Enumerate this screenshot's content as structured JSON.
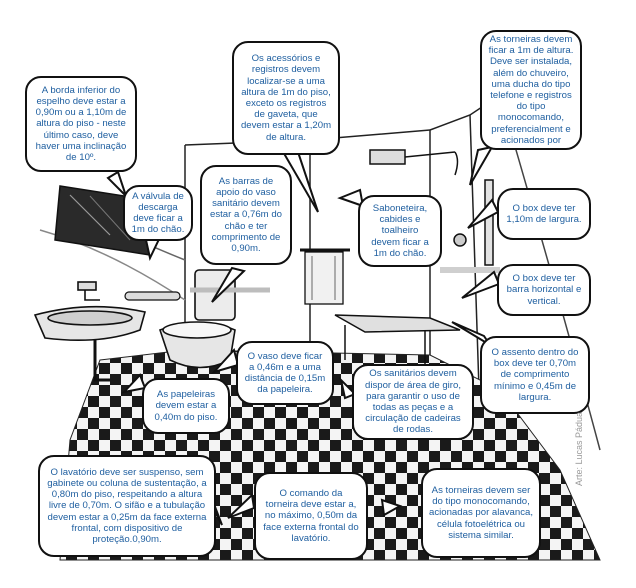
{
  "notes": {
    "mirror_edge": "A borda inferior do espelho deve estar a 0,90m ou a 1,10m de altura do piso - neste último caso, deve haver uma inclinação de 10º.",
    "accessories_height": "Os acessórios e registros devem localizar-se a uma altura de 1m do piso, exceto os registros de gaveta, que devem estar a 1,20m de altura.",
    "faucets_shower": "As torneiras devem ficar a 1m de altura. Deve ser instalada, além do chuveiro, uma ducha do tipo telefone e registros do tipo monocomando, preferencialment e acionados por",
    "flush_valve": "A válvula de descarga deve ficar a 1m do chão.",
    "support_bars": "As barras de apoio do vaso sanitário devem estar a 0,76m do chão e ter comprimento de 0,90m.",
    "soap_holders": "Saboneteira, cabides e toalheiro devem ficar a 1m do chão.",
    "box_width": "O box deve ter 1,10m de largura.",
    "box_bars": "O box deve ter barra horizontal e vertical.",
    "toilet_height": "O vaso deve ficar a 0,46m e a uma distância de 0,15m da papeleira.",
    "box_seat": "O assento dentro do box deve ter 0,70m de comprimento mínimo e 0,45m de largura.",
    "paper_holders": "As papeleiras devem estar a 0,40m do piso.",
    "turning_area": "Os sanitários devem dispor de área de giro, para garantir o uso de todas as peças e a circulação de cadeiras de rodas.",
    "washbasin": "O lavatório deve ser suspenso, sem gabinete ou coluna de sustentação, a 0,80m do piso, respeitando a altura livre de 0,70m. O sifão e a tubulação devem estar a 0,25m da face externa frontal, com dispositivo de proteção.0,90m.",
    "faucet_control": "O comando da torneira deve estar a, no máximo, 0,50m da face externa frontal do lavatório.",
    "faucet_type": "As torneiras devem ser do tipo monocomando, acionadas por alavanca, célula fotoelétrica ou sistema similar."
  },
  "credit": "Arte: Lucas Pádua",
  "colors": {
    "note_text": "#1f5fa0",
    "ink": "#111111",
    "floor_dark": "#1a1a1a",
    "floor_light": "#f4f4f4"
  }
}
